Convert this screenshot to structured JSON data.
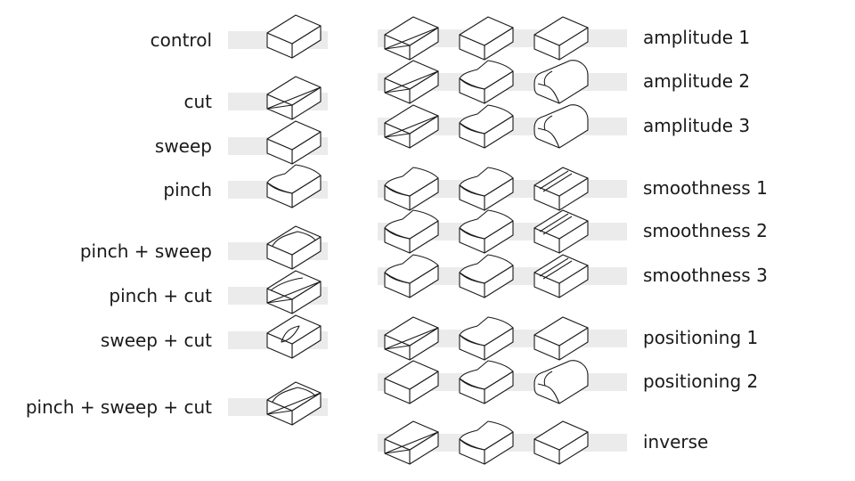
{
  "left_column": {
    "rows": [
      {
        "label": "control",
        "variant": "plain"
      },
      {
        "label": "cut",
        "variant": "cut"
      },
      {
        "label": "sweep",
        "variant": "plain"
      },
      {
        "label": "pinch",
        "variant": "pinch"
      },
      {
        "label": "pinch + sweep",
        "variant": "pinch-sweep"
      },
      {
        "label": "pinch + cut",
        "variant": "pinch-cut"
      },
      {
        "label": "sweep + cut",
        "variant": "sweep-cut"
      },
      {
        "label": "pinch + sweep + cut",
        "variant": "all"
      }
    ]
  },
  "right_column": {
    "rows": [
      {
        "label": "amplitude 1",
        "variants": [
          "cut",
          "plain",
          "plain"
        ]
      },
      {
        "label": "amplitude 2",
        "variants": [
          "cut",
          "pinch",
          "round"
        ]
      },
      {
        "label": "amplitude 3",
        "variants": [
          "cut",
          "pinch",
          "round"
        ]
      },
      {
        "label": "smoothness 1",
        "variants": [
          "pinch",
          "pinch",
          "groove"
        ]
      },
      {
        "label": "smoothness 2",
        "variants": [
          "pinch",
          "pinch",
          "groove"
        ]
      },
      {
        "label": "smoothness 3",
        "variants": [
          "pinch",
          "pinch",
          "groove"
        ]
      },
      {
        "label": "positioning 1",
        "variants": [
          "cut",
          "pinch",
          "plain"
        ]
      },
      {
        "label": "positioning 2",
        "variants": [
          "plain",
          "pinch",
          "round"
        ]
      },
      {
        "label": "inverse",
        "variants": [
          "cut",
          "pinch",
          "plain"
        ]
      }
    ]
  },
  "colors": {
    "stroke": "#1a1a1a",
    "band": "#ebebeb",
    "background": "#ffffff"
  }
}
